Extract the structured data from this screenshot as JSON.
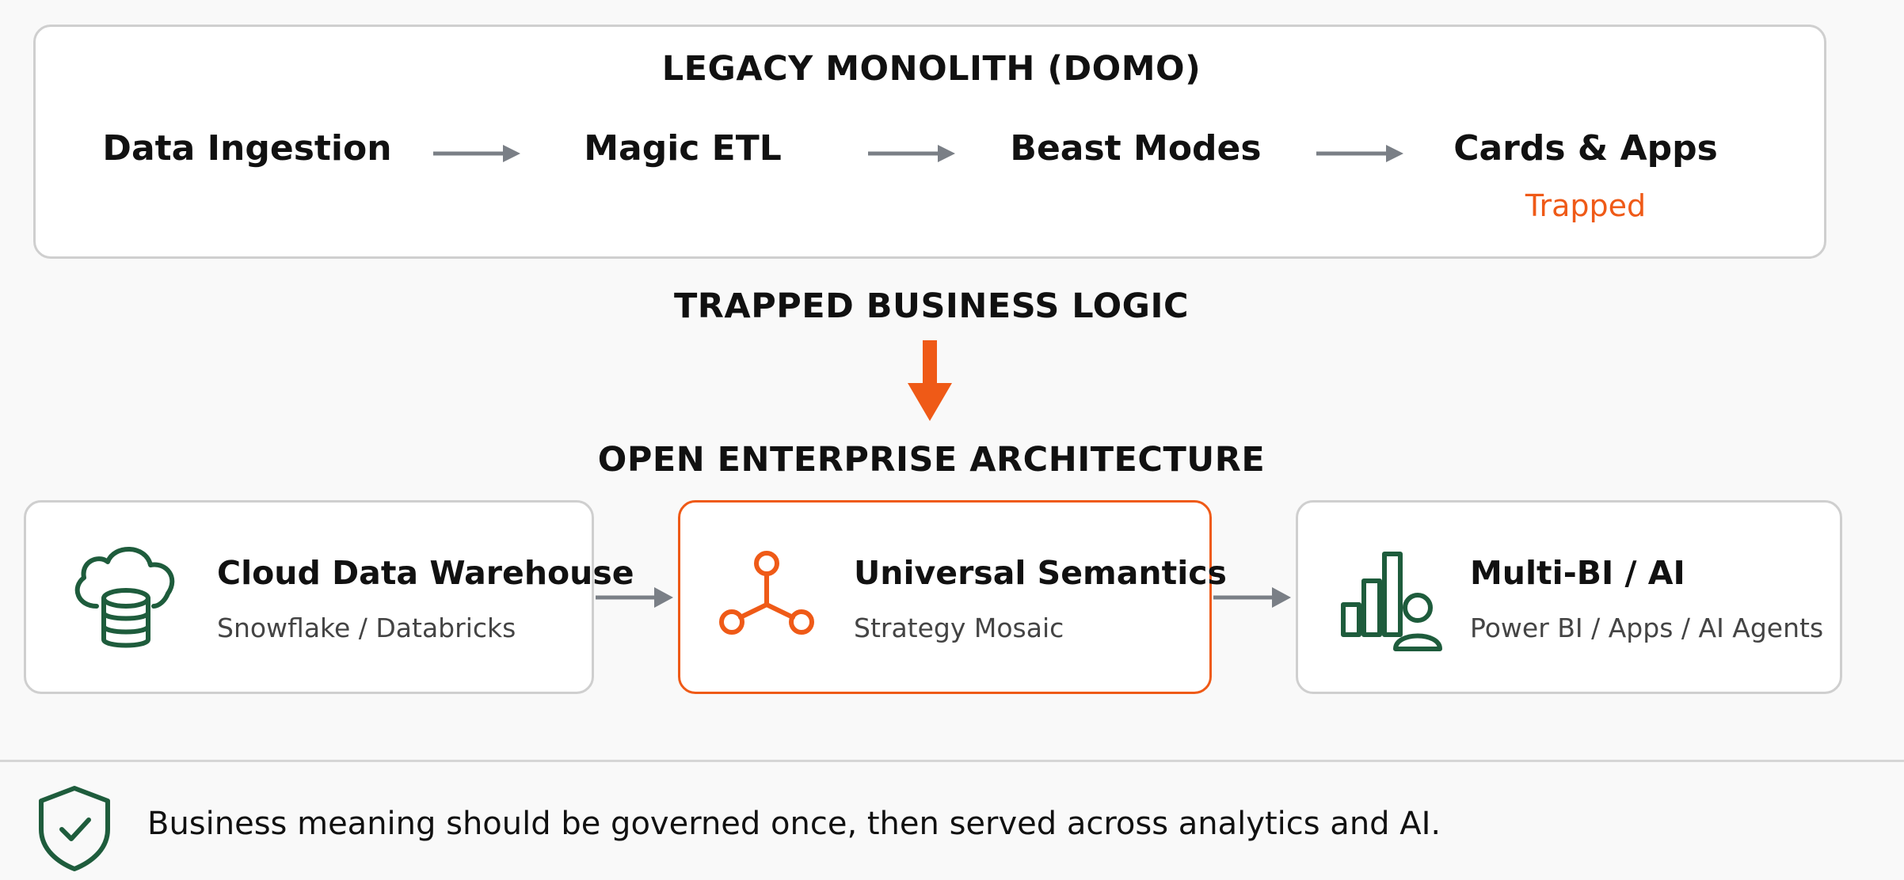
{
  "legacy": {
    "title": "LEGACY MONOLITH (DOMO)",
    "stages": [
      "Data Ingestion",
      "Magic ETL",
      "Beast Modes",
      "Cards & Apps"
    ],
    "note": "Trapped"
  },
  "transition": {
    "label": "TRAPPED BUSINESS LOGIC"
  },
  "open": {
    "title": "OPEN ENTERPRISE ARCHITECTURE",
    "cards": [
      {
        "title": "Cloud Data Warehouse",
        "subtitle": "Snowflake / Databricks",
        "icon": "cloud-database-icon"
      },
      {
        "title": "Universal Semantics",
        "subtitle": "Strategy Mosaic",
        "icon": "network-nodes-icon"
      },
      {
        "title": "Multi-BI / AI",
        "subtitle": "Power BI / Apps / AI Agents",
        "icon": "bar-chart-user-icon"
      }
    ]
  },
  "footer": {
    "text": "Business meaning should be governed once, then served across analytics and AI.",
    "icon": "shield-check-icon"
  },
  "colors": {
    "accent": "#ef5a17",
    "green": "#1e5c3c",
    "arrow_gray": "#7a7f86",
    "border": "#cfcfcf"
  }
}
